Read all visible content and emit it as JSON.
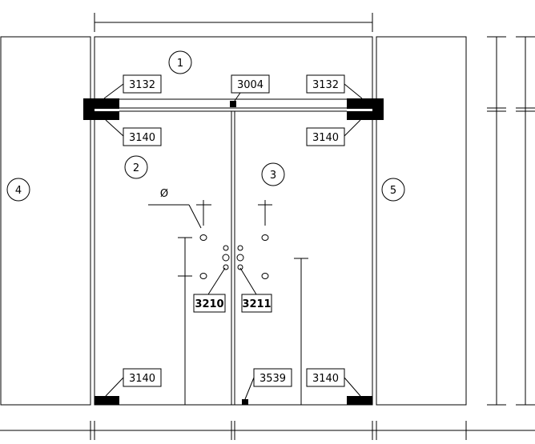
{
  "drawing": {
    "panels": [
      {
        "id": "1",
        "kind": "transom"
      },
      {
        "id": "2",
        "kind": "door-leaf-left"
      },
      {
        "id": "3",
        "kind": "door-leaf-right"
      },
      {
        "id": "4",
        "kind": "side-panel-left"
      },
      {
        "id": "5",
        "kind": "side-panel-right"
      }
    ],
    "callouts": {
      "top_left_3132": "3132",
      "top_center_3004": "3004",
      "top_right_3132": "3132",
      "upper_left_3140": "3140",
      "upper_right_3140": "3140",
      "handle_left_3210": "3210",
      "handle_right_3211": "3211",
      "lower_left_3140": "3140",
      "lower_center_3539": "3539",
      "lower_right_3140": "3140"
    },
    "diameter_symbol": "Ø"
  }
}
